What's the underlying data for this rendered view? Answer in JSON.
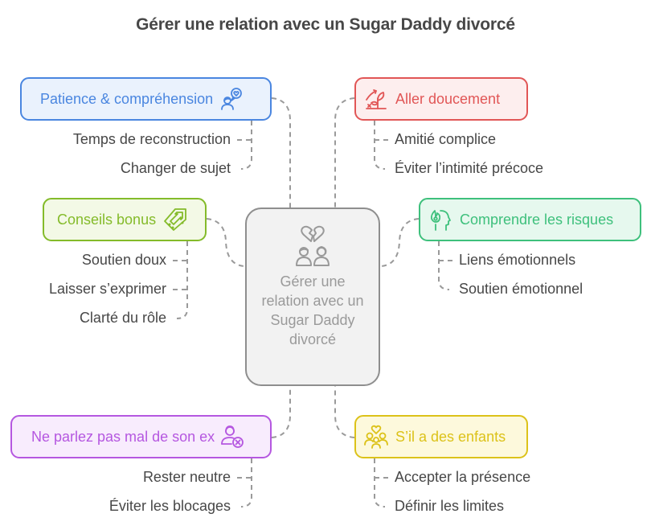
{
  "title": "Gérer une relation avec un Sugar Daddy divorcé",
  "center": {
    "label": "Gérer une relation avec un Sugar Daddy divorcé",
    "icon": "broken-heart-couple-icon",
    "color": "#9a9a9a"
  },
  "branches": [
    {
      "id": "patience",
      "label": "Patience & compréhension",
      "icon": "person-speech-heart-icon",
      "color": "#4a86e0",
      "fill": "#eaf2fd",
      "items": [
        "Temps de reconstruction",
        "Changer de sujet"
      ]
    },
    {
      "id": "aller-doucement",
      "label": "Aller doucement",
      "icon": "growing-plant-icon",
      "color": "#e15656",
      "fill": "#fdeeee",
      "items": [
        "Amitié complice",
        "Éviter l’intimité précoce"
      ]
    },
    {
      "id": "conseils-bonus",
      "label": "Conseils bonus",
      "icon": "ticket-arrow-icon",
      "color": "#84bb2a",
      "fill": "#f3f9e6",
      "items": [
        "Soutien doux",
        "Laisser s’exprimer",
        "Clarté du rôle"
      ]
    },
    {
      "id": "comprendre-risques",
      "label": "Comprendre les risques",
      "icon": "head-flame-icon",
      "color": "#3ec07c",
      "fill": "#e6f8ee",
      "items": [
        "Liens émotionnels",
        "Soutien émotionnel"
      ]
    },
    {
      "id": "ne-parlez-pas",
      "label": "Ne parlez pas mal de son ex",
      "icon": "person-remove-icon",
      "color": "#b557e0",
      "fill": "#f8ecfd",
      "items": [
        "Rester neutre",
        "Éviter les blocages"
      ]
    },
    {
      "id": "enfants",
      "label": "S’il a des enfants",
      "icon": "family-heart-icon",
      "color": "#dcc219",
      "fill": "#fdf9dc",
      "items": [
        "Accepter la présence",
        "Définir les limites"
      ]
    }
  ]
}
